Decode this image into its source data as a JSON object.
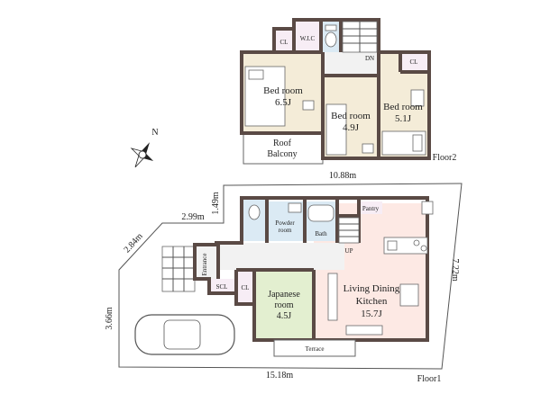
{
  "floor2": {
    "label": "Floor2",
    "rooms": {
      "bedroom1": {
        "name": "Bed room",
        "size": "6.5J"
      },
      "bedroom2": {
        "name": "Bed room",
        "size": "4.9J"
      },
      "bedroom3": {
        "name": "Bed room",
        "size": "5.1J"
      },
      "closet1": "CL",
      "wic": "W.I.C",
      "closet3": "CL",
      "roof_balcony_1": "Roof",
      "roof_balcony_2": "Balcony",
      "stairs": "DN"
    }
  },
  "floor1": {
    "label": "Floor1",
    "rooms": {
      "ldk_1": "Living Dining",
      "ldk_2": "Kitchen",
      "ldk_size": "15.7J",
      "japanese_1": "Japanese",
      "japanese_2": "room",
      "japanese_size": "4.5J",
      "pantry": "Pantry",
      "bath": "Bath",
      "powder_1": "Powder",
      "powder_2": "room",
      "entrance": "Entrance",
      "scl": "SCL",
      "closet": "CL",
      "stairs": "UP",
      "terrace": "Terrace"
    },
    "dimensions": {
      "top_width": "10.88m",
      "right_side": "7.22m",
      "bottom_width": "15.18m",
      "left_lower": "3.66m",
      "left_diag": "2.84m",
      "step_width": "2.99m",
      "step_depth": "1.49m"
    }
  },
  "compass": {
    "north": "N"
  },
  "colors": {
    "wall": "#5a4a45",
    "bedroom_floor": "#f4ecd8",
    "ldk_floor": "#fde9e4",
    "japanese_floor": "#e3efd0",
    "wet_floor": "#dbeaf4",
    "closet_floor": "#f7edf5"
  }
}
